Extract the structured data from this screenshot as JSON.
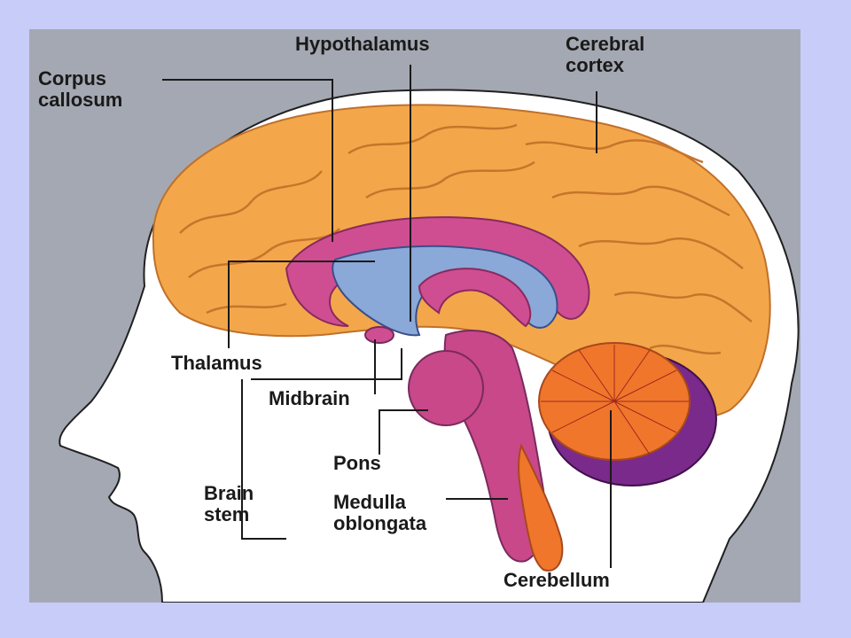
{
  "labels": {
    "corpus_callosum": [
      "Corpus",
      "callosum"
    ],
    "hypothalamus": "Hypothalamus",
    "cerebral_cortex": [
      "Cerebral",
      "cortex"
    ],
    "thalamus": "Thalamus",
    "midbrain": "Midbrain",
    "pons": "Pons",
    "brain_stem": [
      "Brain",
      "stem"
    ],
    "medulla_oblongata": [
      "Medulla",
      "oblongata"
    ],
    "cerebellum": "Cerebellum"
  },
  "colors": {
    "slide_background": "#c8ccf8",
    "panel_background": "#a4a8b2",
    "head": "#ffffff",
    "cortex": "#f3a74a",
    "corpus_callosum": "#cf4e92",
    "ventricle": "#8aa8d8",
    "brainstem": "#c8488a",
    "cerebellum": "#f0762c",
    "cerebellum_edge": "#7a2a8a"
  }
}
